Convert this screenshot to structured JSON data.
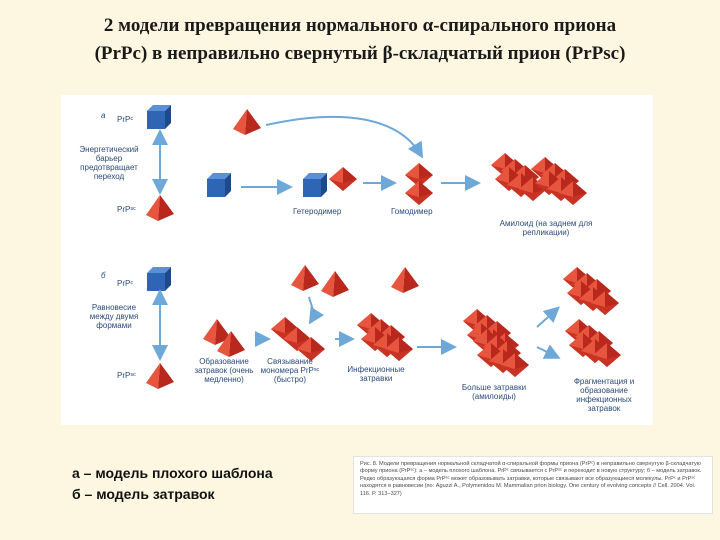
{
  "title": {
    "line1": "2 модели превращения нормального α-спирального приона",
    "line2": "(PrPc) в неправильно свернутый β-складчатый  прион (PrPsc)"
  },
  "figure": {
    "panel_a": "а",
    "panel_b": "б",
    "a": {
      "prpc": "PrPᶜ",
      "barrier": "Энергетический барьер предотвращает переход",
      "prpsc": "PrPˢᶜ",
      "heterodimer": "Гетеродимер",
      "homodimer": "Гомодимер",
      "amyloid": "Амилоид (на заднем для репликации)"
    },
    "b": {
      "prpc": "PrPᶜ",
      "equilibrium": "Равновесие между двумя формами",
      "prpsc": "PrPˢᶜ",
      "seed_formation": "Образование затравок (очень медленно)",
      "monomer_binding": "Связывание мономера PrPˢᶜ (быстро)",
      "infectious_seeds": "Инфекционные затравки",
      "large_seeds": "Больше затравки (амилоиды)",
      "fragmentation": "Фрагментация и образование инфекционных затравок"
    }
  },
  "legend": {
    "line1": "а – модель плохого шаблона",
    "line2": "б – модель затравок"
  },
  "caption": {
    "text": "Рис. 8. Модели превращения нормальной складчатой α-спиральной формы приона (PrPᶜ) в неправильно свернутую β-складчатую форму приона (PrPˢᶜ): a – модель плохого шаблона. PrPᶜ связывается с PrPˢᶜ и переходит в новую структуру; б – модель затравок. Редко образующаяся форма PrPˢᶜ может образовывать затравки, которые связывают все образующиеся молекулы. PrPᶜ и PrPˢᶜ находятся в равновесии (по: Aguzzi A., Polymenidou M. Mammalian prion biology. One century of evolving concepts // Cell. 2004. Vol. 116. P. 313–327)"
  },
  "colors": {
    "cube": "#2e5fa3",
    "pyramid": "#d63a2a",
    "arrow": "#6ea8d8"
  }
}
